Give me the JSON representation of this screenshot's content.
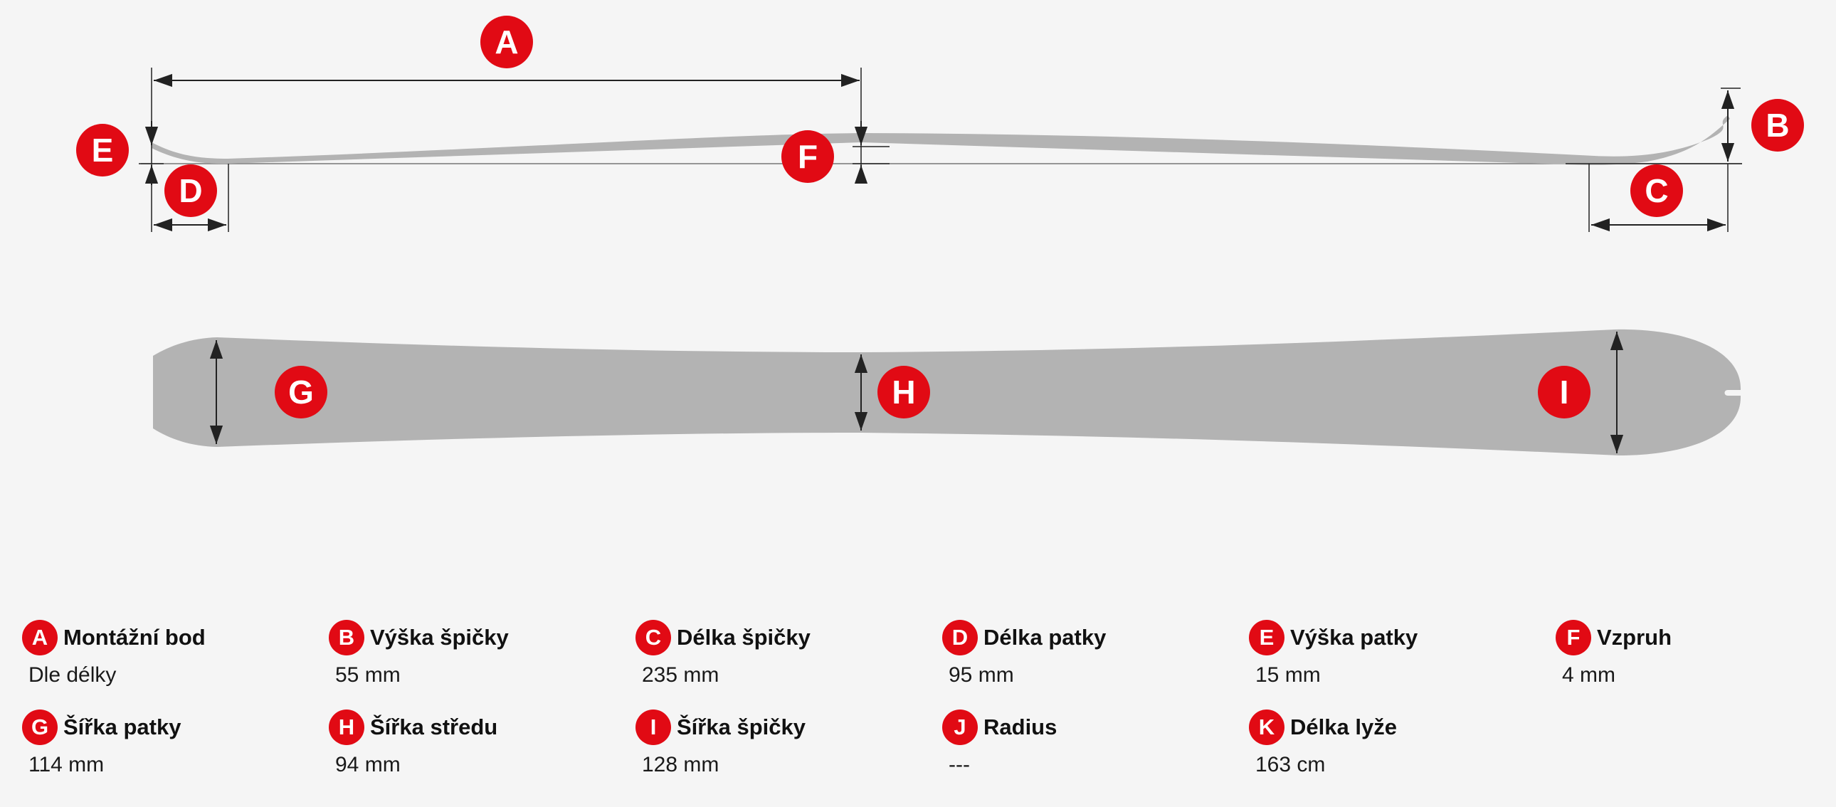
{
  "diagram": {
    "badges": {
      "a": "A",
      "b": "B",
      "c": "C",
      "d": "D",
      "e": "E",
      "f": "F",
      "g": "G",
      "h": "H",
      "i": "I"
    }
  },
  "legend": {
    "items": [
      {
        "letter": "A",
        "label": "Montážní bod",
        "value": "Dle délky"
      },
      {
        "letter": "B",
        "label": "Výška špičky",
        "value": "55 mm"
      },
      {
        "letter": "C",
        "label": "Délka špičky",
        "value": "235 mm"
      },
      {
        "letter": "D",
        "label": "Délka patky",
        "value": "95 mm"
      },
      {
        "letter": "E",
        "label": "Výška patky",
        "value": "15 mm"
      },
      {
        "letter": "F",
        "label": "Vzpruh",
        "value": "4 mm"
      },
      {
        "letter": "G",
        "label": "Šířka patky",
        "value": "114 mm"
      },
      {
        "letter": "H",
        "label": "Šířka středu",
        "value": "94 mm"
      },
      {
        "letter": "I",
        "label": "Šířka špičky",
        "value": "128 mm"
      },
      {
        "letter": "J",
        "label": "Radius",
        "value": "---"
      },
      {
        "letter": "K",
        "label": "Délka lyže",
        "value": "163 cm"
      }
    ]
  },
  "colors": {
    "accent": "#e10a14",
    "ski": "#b3b3b3",
    "background": "#f5f5f5",
    "line": "#222222"
  }
}
